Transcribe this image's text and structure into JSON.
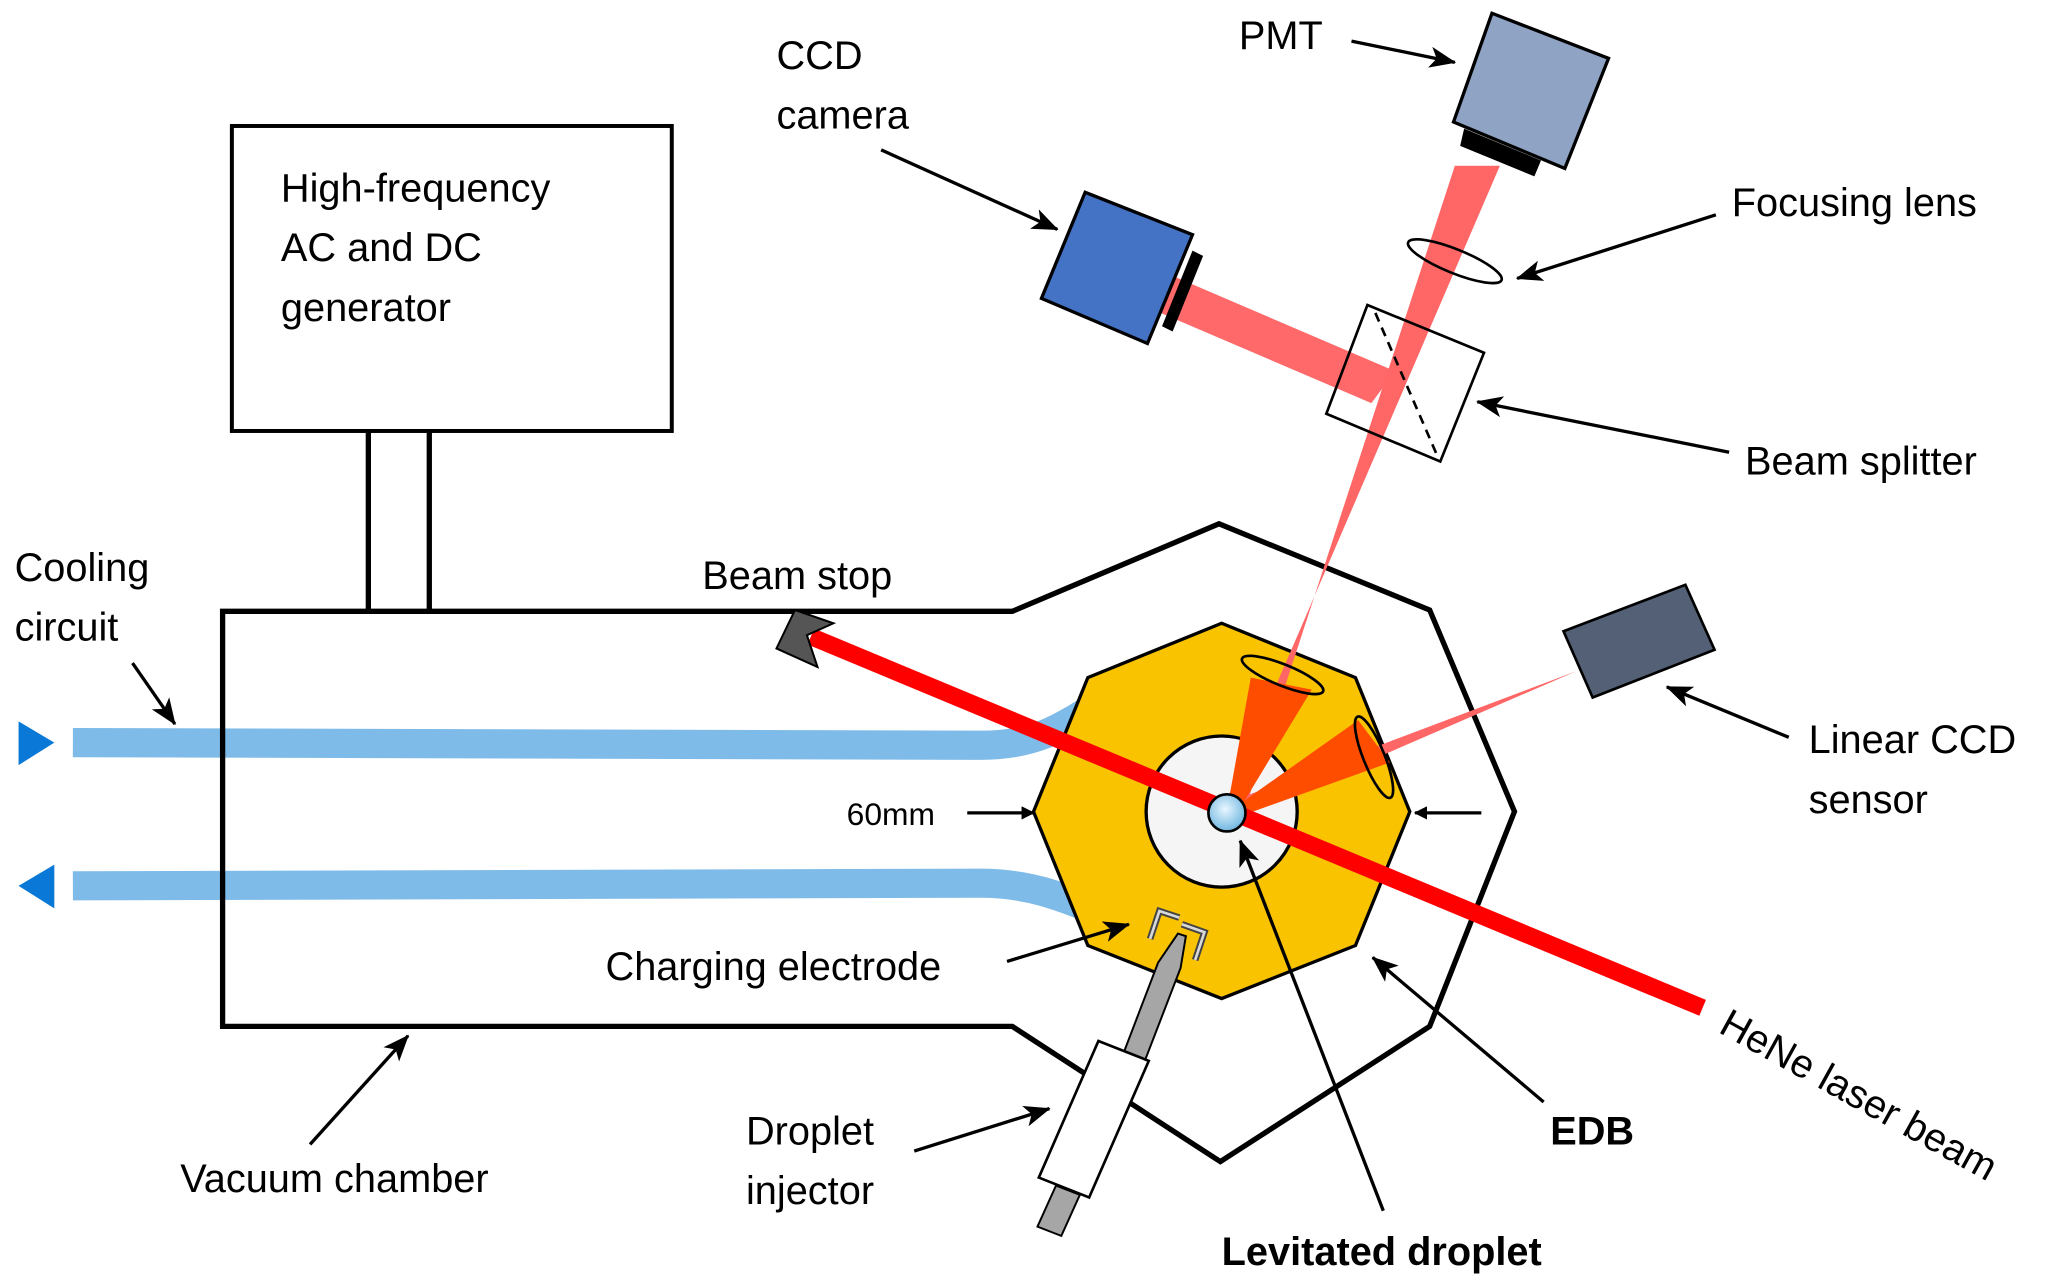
{
  "figure": {
    "title": "Electrodynamic balance (EDB) experimental setup",
    "colors": {
      "background": "#ffffff",
      "outline": "#000000",
      "edb_fill": "#f9c300",
      "trap_center_fill": "#f5f5f5",
      "cooling_pipe": "#7fbbe8",
      "cooling_arrow": "#0a78d6",
      "laser_beam": "#ff0000",
      "scattered_light": "#ff6666",
      "scattered_light_overlap": "#ff4d00",
      "ccd_camera": "#4472c4",
      "pmt": "#8fa3c4",
      "linear_ccd": "#546075",
      "beam_stop": "#555555",
      "needle": "#a6a6a6",
      "droplet": "#9fd3ef"
    }
  },
  "labels": {
    "generator": [
      "High-frequency",
      "AC and DC",
      "generator"
    ],
    "cooling_circuit": [
      "Cooling",
      "circuit"
    ],
    "beam_stop": "Beam stop",
    "ccd_camera": [
      "CCD",
      "camera"
    ],
    "pmt": "PMT",
    "focusing_lens": "Focusing lens",
    "beam_splitter": "Beam splitter",
    "linear_ccd_sensor": [
      "Linear CCD",
      "sensor"
    ],
    "dimension": "60mm",
    "charging_electrode": "Charging electrode",
    "droplet_injector": [
      "Droplet",
      "injector"
    ],
    "vacuum_chamber": "Vacuum chamber",
    "edb": "EDB",
    "levitated_droplet": "Levitated droplet",
    "hene_laser_beam": "HeNe laser beam"
  }
}
